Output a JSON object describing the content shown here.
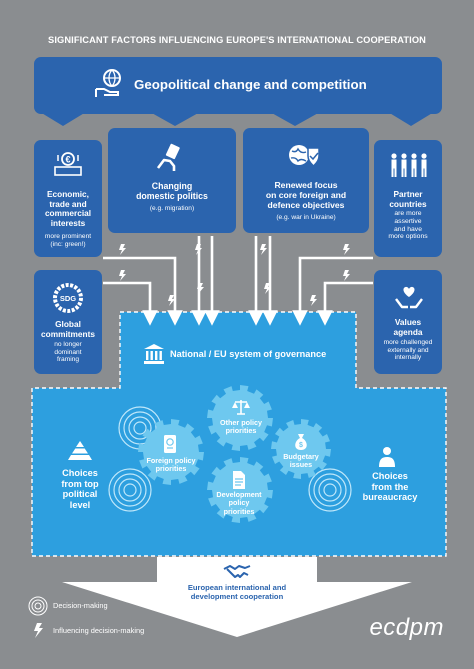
{
  "title": "SIGNIFICANT FACTORS INFLUENCING EUROPE'S INTERNATIONAL COOPERATION",
  "top": {
    "label": "Geopolitical change and competition",
    "icon": "globe-hand-icon"
  },
  "factors": {
    "economic": {
      "title_lines": [
        "Economic,",
        "trade and",
        "commercial",
        "interests"
      ],
      "desc_lines": [
        "more prominent",
        "(inc: green!)"
      ],
      "icon": "euro-money-icon"
    },
    "domestic": {
      "title_lines": [
        "Changing",
        "domestic politics"
      ],
      "desc": "(e.g. migration)",
      "icon": "ballot-hand-icon"
    },
    "security": {
      "title_lines": [
        "Renewed focus",
        "on core foreign and",
        "defence objectives"
      ],
      "desc": "(e.g. war in Ukraine)",
      "icon": "globe-shield-icon"
    },
    "partners": {
      "title_lines": [
        "Partner",
        "countries"
      ],
      "desc_lines": [
        "are more",
        "assertive",
        "and have",
        "more options"
      ],
      "icon": "people-group-icon"
    },
    "global": {
      "title_lines": [
        "Global",
        "commitments"
      ],
      "desc_lines": [
        "no longer",
        "dominant",
        "framing"
      ],
      "icon": "sdg-wheel-icon",
      "icon_text": "SDG"
    },
    "values": {
      "title_lines": [
        "Values",
        "agenda"
      ],
      "desc_lines": [
        "more challenged",
        "externally and",
        "internally"
      ],
      "icon": "hands-heart-icon"
    }
  },
  "governance": {
    "label": "National / EU system of governance",
    "icon": "government-building-icon",
    "gears": [
      {
        "lines": [
          "Other policy",
          "priorities"
        ],
        "icon": "scales-icon"
      },
      {
        "lines": [
          "Budgetary",
          "issues"
        ],
        "icon": "money-bag-icon"
      },
      {
        "lines": [
          "Foreign policy",
          "priorities"
        ],
        "icon": "passport-icon"
      },
      {
        "lines": [
          "Development",
          "policy",
          "priorities"
        ],
        "icon": "document-icon"
      }
    ],
    "left_choice": {
      "lines": [
        "Choices",
        "from top",
        "political",
        "level"
      ],
      "icon": "pyramid-icon"
    },
    "right_choice": {
      "lines": [
        "Choices",
        "from the",
        "bureaucracy"
      ],
      "icon": "person-icon"
    }
  },
  "output": {
    "lines": [
      "European international and",
      "development cooperation"
    ],
    "icon": "handshake-icon"
  },
  "legend": [
    {
      "label": "Decision-making",
      "icon": "concentric-circles-icon"
    },
    {
      "label": "Influencing decision-making",
      "icon": "lightning-icon"
    }
  ],
  "logo": "ecdpm",
  "colors": {
    "background": "#8a8d90",
    "box_blue": "#2b64ae",
    "dashed_area": "#2d9fdf",
    "gear": "#6ec8ef",
    "output_text": "#2b64ae"
  }
}
